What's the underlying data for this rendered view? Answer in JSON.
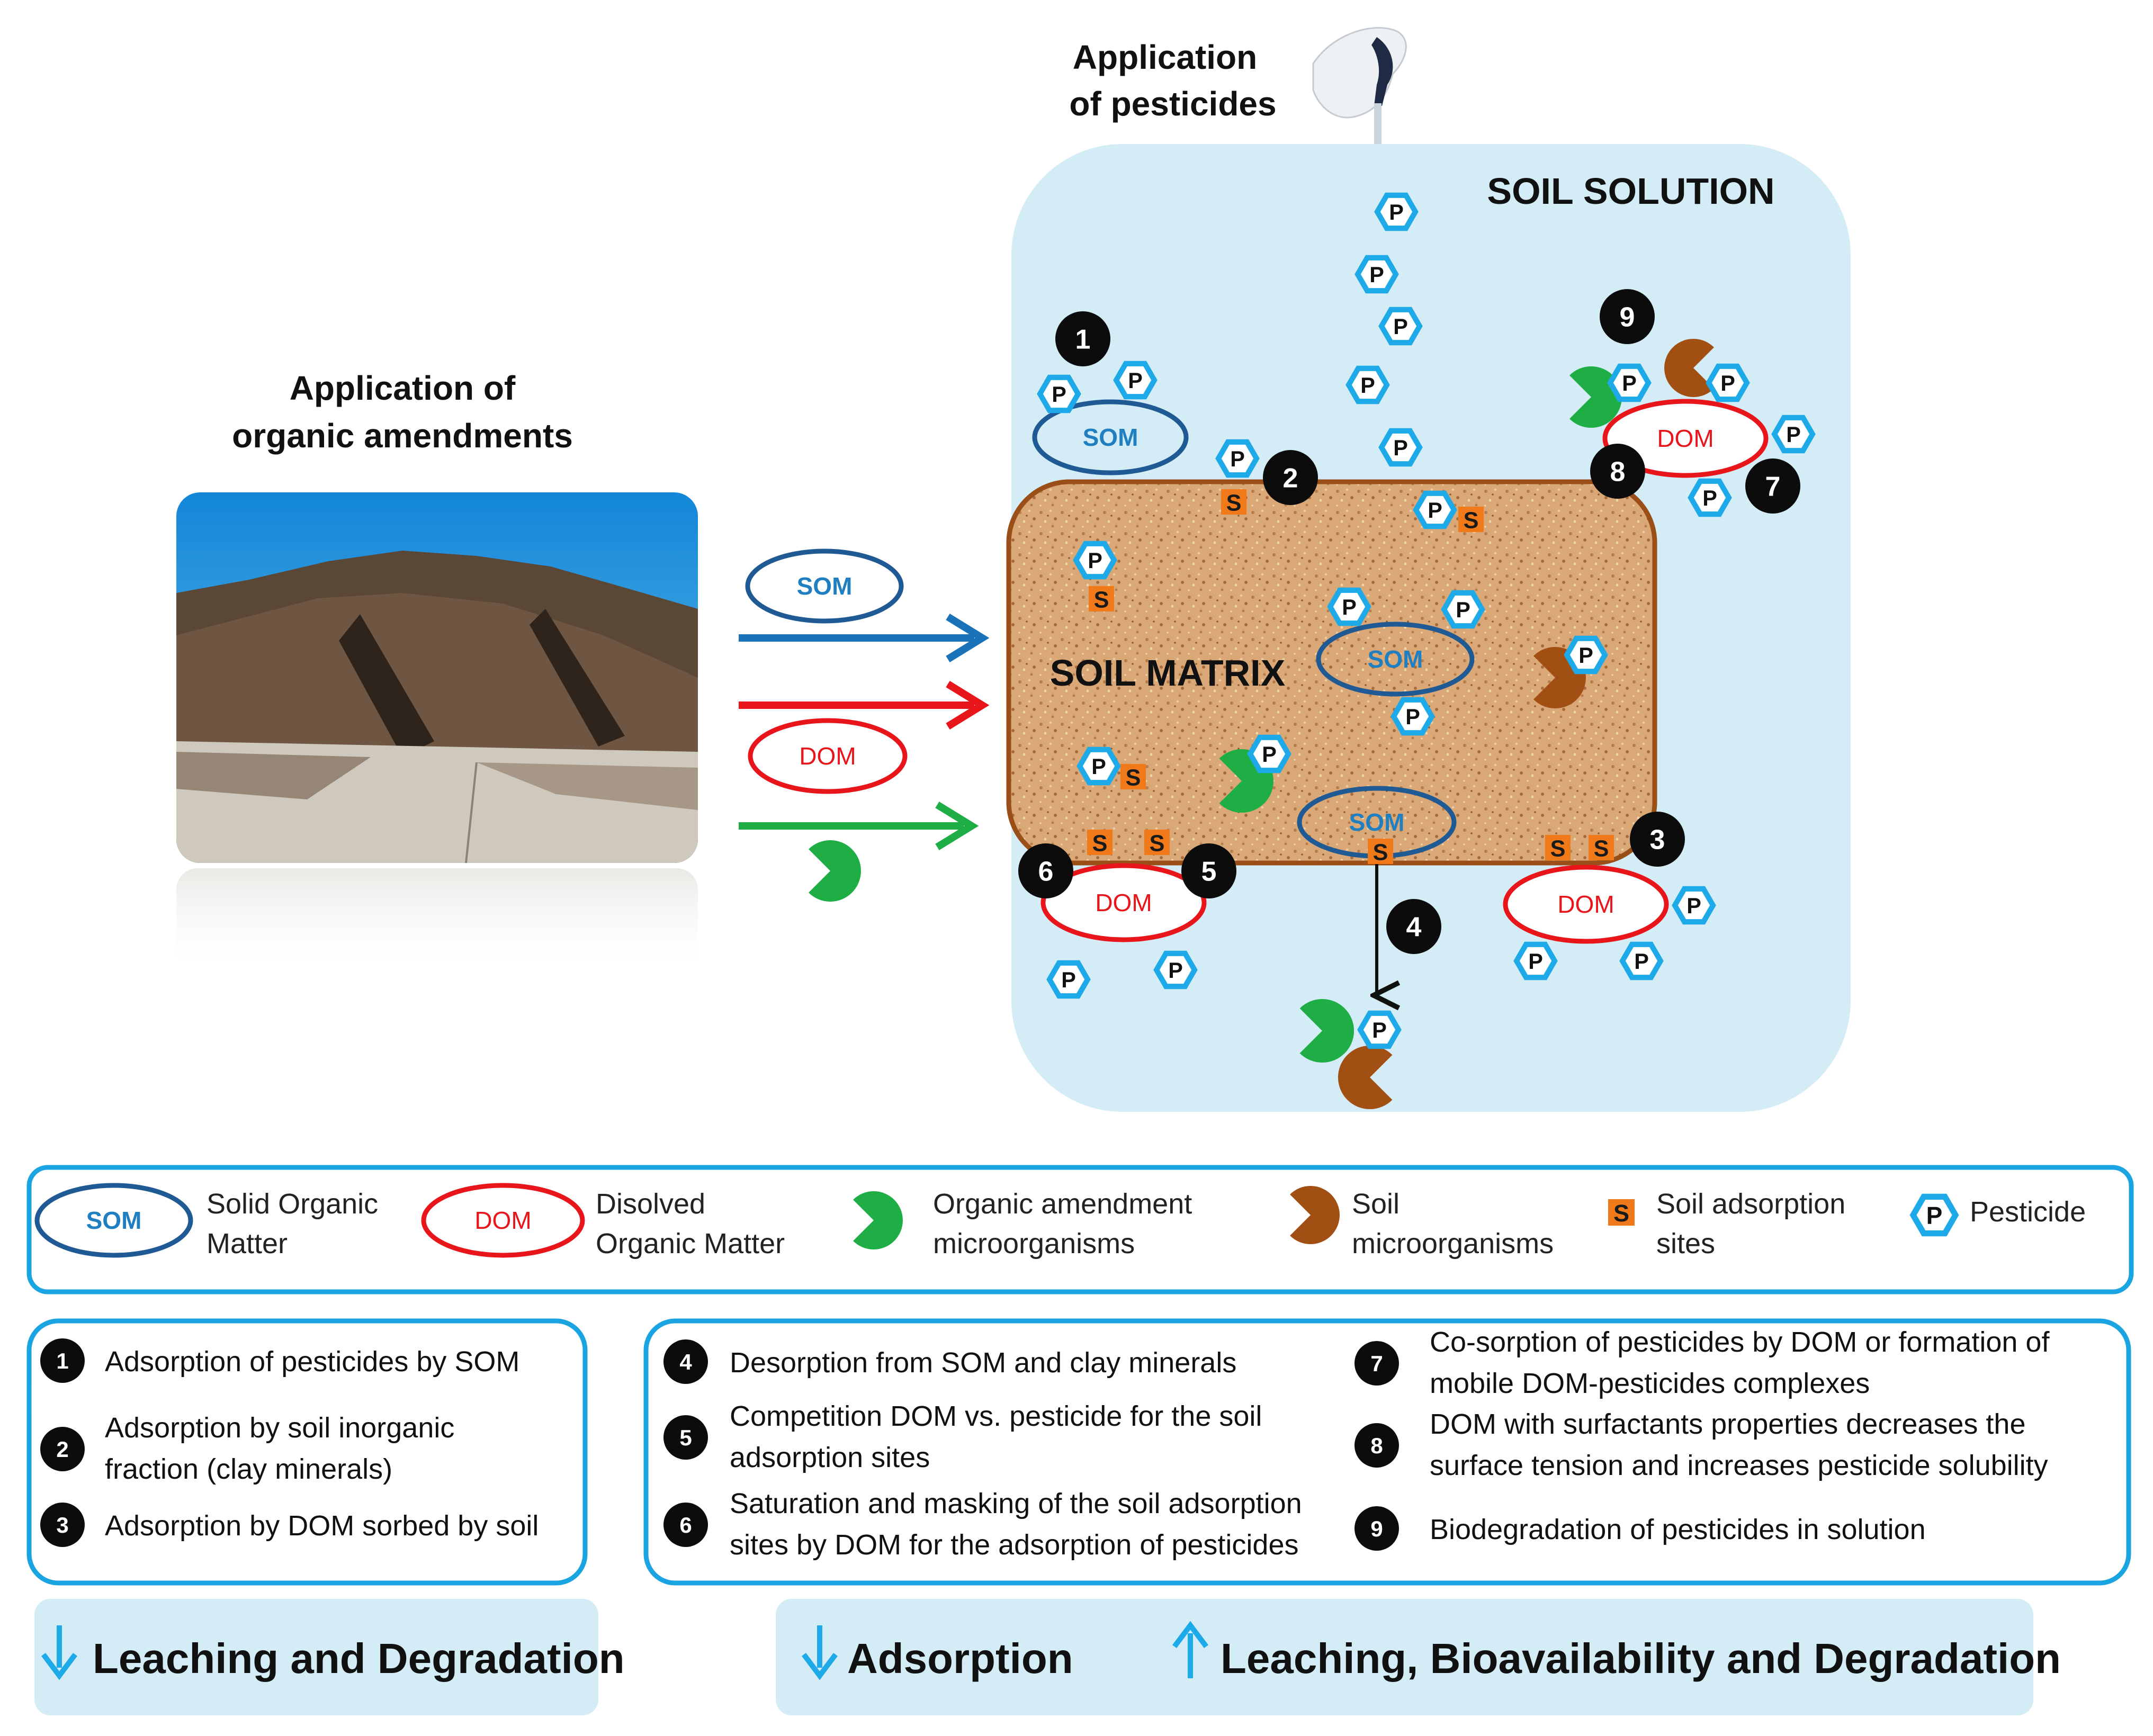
{
  "headings": {
    "pesticides": [
      "Application",
      "of pesticides"
    ],
    "amendments": [
      "Application  of",
      "organic amendments"
    ],
    "soil_solution": "SOIL SOLUTION",
    "soil_matrix": "SOIL MATRIX"
  },
  "labels": {
    "som": "SOM",
    "dom": "DOM",
    "p": "P",
    "s": "S"
  },
  "numbers": [
    "1",
    "2",
    "3",
    "4",
    "5",
    "6",
    "7",
    "8",
    "9"
  ],
  "legend": [
    {
      "label": [
        "Solid Organic",
        "Matter"
      ]
    },
    {
      "label": [
        "Disolved",
        "Organic Matter"
      ]
    },
    {
      "label": [
        "Organic amendment",
        "microorganisms"
      ]
    },
    {
      "label": [
        "Soil",
        "microorganisms"
      ]
    },
    {
      "label": [
        "Soil adsorption",
        "sites"
      ]
    },
    {
      "label": [
        "Pesticide"
      ]
    }
  ],
  "definitions_left": [
    {
      "n": "1",
      "lines": [
        "Adsorption of pesticides by SOM"
      ]
    },
    {
      "n": "2",
      "lines": [
        "Adsorption by soil inorganic",
        "fraction (clay minerals)"
      ]
    },
    {
      "n": "3",
      "lines": [
        "Adsorption by DOM sorbed by soil"
      ]
    }
  ],
  "definitions_mid": [
    {
      "n": "4",
      "lines": [
        "Desorption from SOM and clay minerals"
      ]
    },
    {
      "n": "5",
      "lines": [
        "Competition DOM vs. pesticide for the soil",
        "adsorption sites"
      ]
    },
    {
      "n": "6",
      "lines": [
        "Saturation and masking of the soil adsorption",
        "sites by DOM for the adsorption of pesticides"
      ]
    }
  ],
  "definitions_right": [
    {
      "n": "7",
      "lines": [
        "Co-sorption of pesticides by DOM or formation of",
        "mobile DOM-pesticides complexes"
      ]
    },
    {
      "n": "8",
      "lines": [
        "DOM with surfactants properties decreases the",
        "surface tension and increases pesticide solubility"
      ]
    },
    {
      "n": "9",
      "lines": [
        "Biodegradation of pesticides in solution"
      ]
    }
  ],
  "summary": {
    "left": "Leaching and Degradation",
    "mid_down": "Adsorption",
    "mid_up": "Leaching, Bioavailability and Degradation"
  },
  "colors": {
    "solution_bg": "#d3ecf5",
    "matrix": "#d9a876",
    "matrix_border": "#9b4f18",
    "som_blue": "#1f5a94",
    "som_text": "#1f7fc0",
    "dom_red": "#e8151b",
    "pesticide_blue": "#1ea9e8",
    "site_orange": "#f07a1a",
    "green_microbe": "#1fae45",
    "brown_microbe": "#a24f14",
    "arrow_blue": "#1a72b8",
    "frame_blue": "#1aa4e2"
  }
}
